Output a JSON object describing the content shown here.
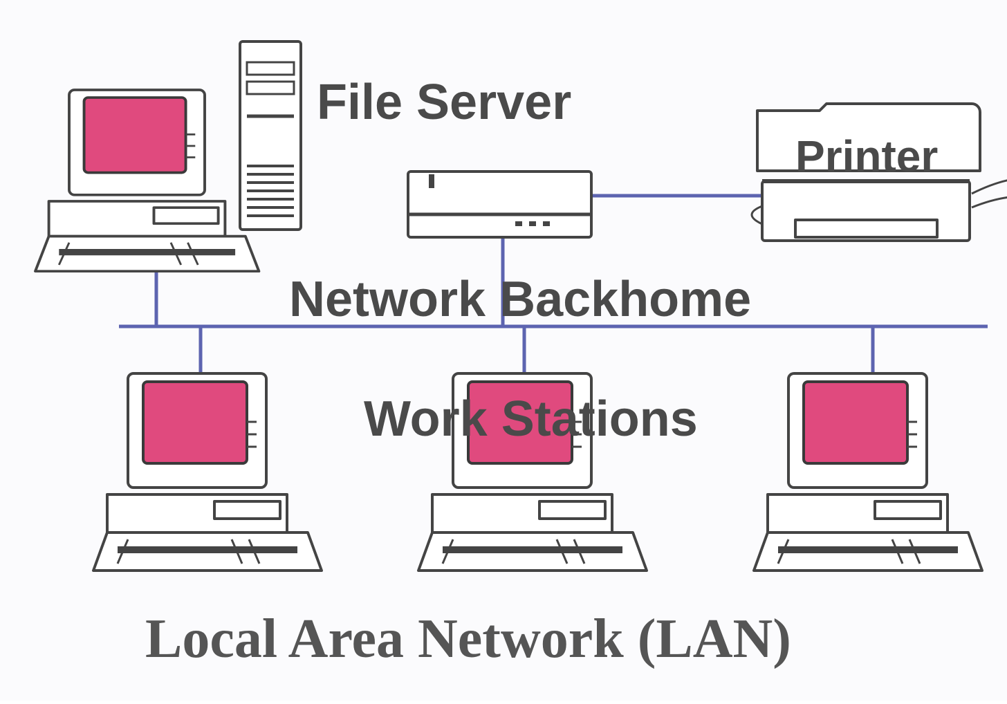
{
  "labels": {
    "file_server": "File Server",
    "printer": "Printer",
    "network_backbone": "Network Backhome",
    "work_stations": "Work Stations",
    "title": "Local Area Network (LAN)"
  },
  "colors": {
    "screen": "#e04a7e",
    "wire": "#5d64b0",
    "outline": "#444444"
  }
}
